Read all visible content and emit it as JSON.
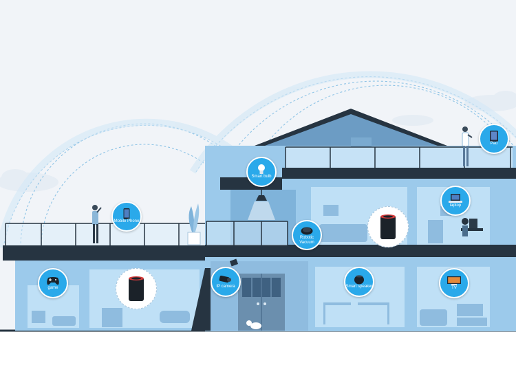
{
  "devices": {
    "pad": "Pad",
    "smart_bulb": "Smart bulb",
    "laptop": "laptop",
    "mobile_phone": "Mobile Phone",
    "robotic_vacuum": "Robotic Vacuum",
    "game": "game",
    "ip_camera": "IP camera",
    "smart_speaker": "Smart speaker",
    "tv": "TV"
  },
  "colors": {
    "badge": "#2aa9ea",
    "house_dark": "#263441",
    "wall_blue": "#9ccaeb",
    "room_blue": "#bfe0f6",
    "router_accent": "#d23a3a"
  }
}
